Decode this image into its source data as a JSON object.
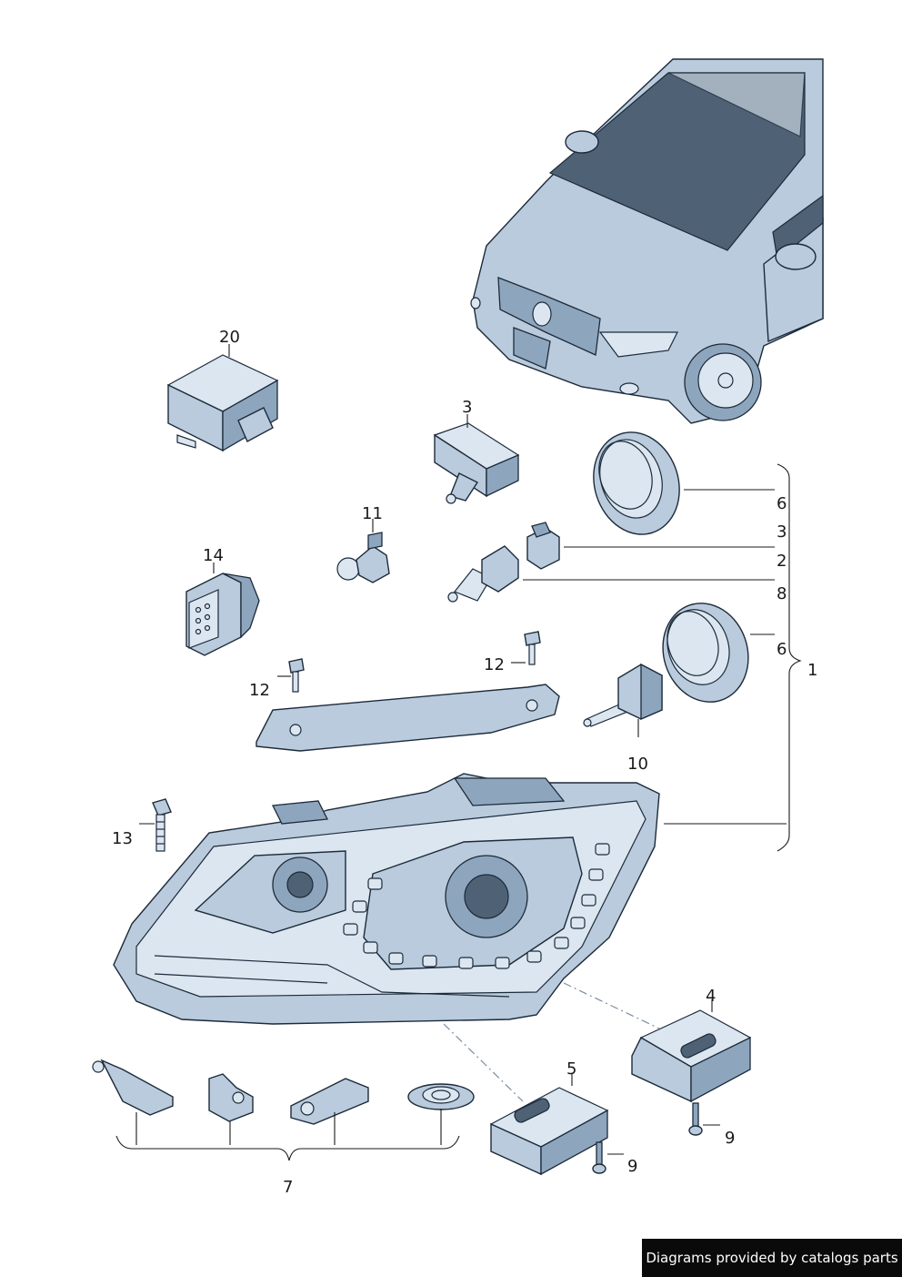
{
  "labels": {
    "l20": "20",
    "l3a": "3",
    "l11": "11",
    "l14": "14",
    "l6a": "6",
    "l3b": "3",
    "l2": "2",
    "l8": "8",
    "l6b": "6",
    "l1": "1",
    "l12a": "12",
    "l12b": "12",
    "l10": "10",
    "l13": "13",
    "l4": "4",
    "l5": "5",
    "l9a": "9",
    "l9b": "9",
    "l7": "7"
  },
  "footer": {
    "text": "Diagrams provided by catalogs parts"
  },
  "colors": {
    "part_fill": "#b9cbdc",
    "part_dark": "#4f6275",
    "outline": "#1c2a3a",
    "footer_bg": "#0a0a0a"
  }
}
